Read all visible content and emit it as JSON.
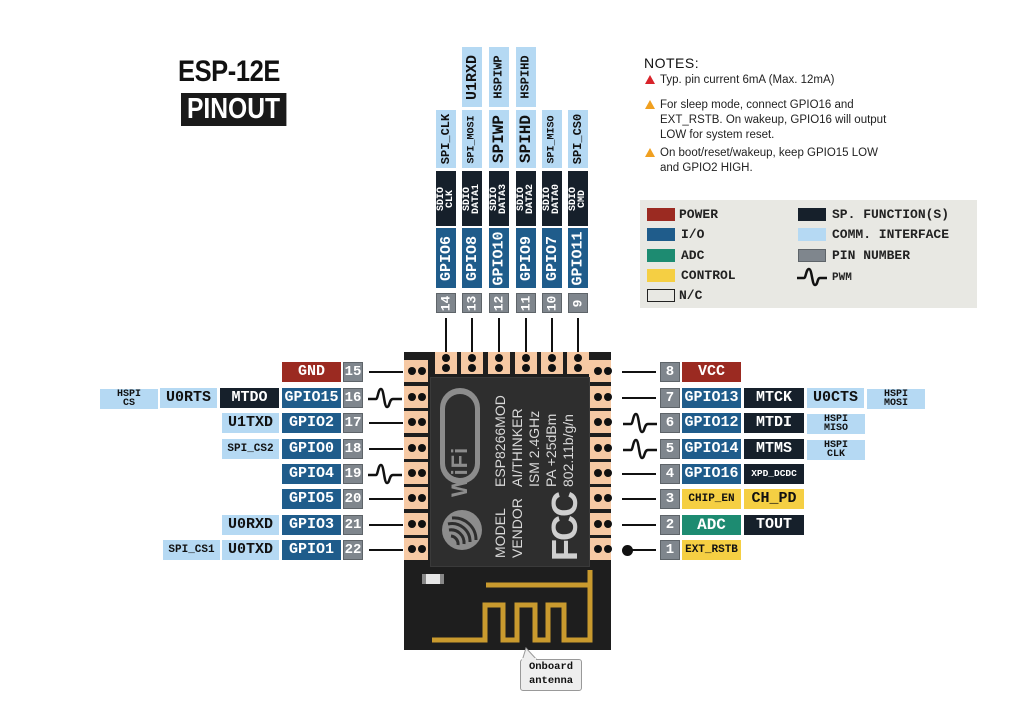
{
  "title": {
    "line1": "ESP-12E",
    "line2": "PINOUT"
  },
  "notes": {
    "heading": "NOTES:",
    "items": [
      {
        "severity": "red",
        "text": "Typ. pin current 6mA (Max. 12mA)"
      },
      {
        "severity": "orange",
        "text_lines": [
          "For sleep mode, connect GPIO16 and",
          "EXT_RSTB. On wakeup, GPIO16 will output",
          "LOW for system reset."
        ]
      },
      {
        "severity": "orange",
        "text_lines": [
          "On boot/reset/wakeup, keep GPIO15 LOW",
          "and GPIO2 HIGH."
        ]
      }
    ]
  },
  "legend": {
    "items": [
      {
        "label": "POWER",
        "color": "#9b2a21"
      },
      {
        "label": "I/O",
        "color": "#1f5c8b"
      },
      {
        "label": "ADC",
        "color": "#1d8b71"
      },
      {
        "label": "CONTROL",
        "color": "#f5cf43"
      },
      {
        "label": "N/C",
        "color": "#e8e8e3"
      },
      {
        "label": "SP. FUNCTION(S)",
        "color": "#16202b"
      },
      {
        "label": "COMM. INTERFACE",
        "color": "#b5d9f3"
      },
      {
        "label": "PIN NUMBER",
        "color": "#7f868d"
      },
      {
        "label": "PWM",
        "icon": "pwm-wave-icon"
      }
    ]
  },
  "top_pins": [
    {
      "pin": "14",
      "gpio": "GPIO6",
      "sdio": [
        "SDIO",
        "CLK"
      ],
      "spi": "SPI_CLK",
      "extra": ""
    },
    {
      "pin": "13",
      "gpio": "GPIO8",
      "sdio": [
        "SDIO",
        "DATA1"
      ],
      "spi": "SPI_MOSI",
      "extra": "U1RXD"
    },
    {
      "pin": "12",
      "gpio": "GPIO10",
      "sdio": [
        "SDIO",
        "DATA3"
      ],
      "spi": "SPIWP",
      "extra": "HSPIWP"
    },
    {
      "pin": "11",
      "gpio": "GPIO9",
      "sdio": [
        "SDIO",
        "DATA2"
      ],
      "spi": "SPIHD",
      "extra": "HSPIHD"
    },
    {
      "pin": "10",
      "gpio": "GPIO7",
      "sdio": [
        "SDIO",
        "DATA0"
      ],
      "spi": "SPI_MISO",
      "extra": ""
    },
    {
      "pin": "9",
      "gpio": "GPIO11",
      "sdio": [
        "SDIO",
        "CMD"
      ],
      "spi": "SPI_CS0",
      "extra": ""
    }
  ],
  "left_pins": [
    {
      "pin": "15",
      "main": "GND",
      "type": "power",
      "pwm": false
    },
    {
      "pin": "16",
      "main": "GPIO15",
      "type": "io",
      "pwm": true,
      "sp": "MTDO",
      "comm": "U0RTS",
      "comm2": [
        "HSPI",
        "CS"
      ]
    },
    {
      "pin": "17",
      "main": "GPIO2",
      "type": "io",
      "pwm": false,
      "comm": "U1TXD"
    },
    {
      "pin": "18",
      "main": "GPIO0",
      "type": "io",
      "pwm": false,
      "comm": "SPI_CS2"
    },
    {
      "pin": "19",
      "main": "GPIO4",
      "type": "io",
      "pwm": true
    },
    {
      "pin": "20",
      "main": "GPIO5",
      "type": "io",
      "pwm": false
    },
    {
      "pin": "21",
      "main": "GPIO3",
      "type": "io",
      "pwm": false,
      "comm": "U0RXD"
    },
    {
      "pin": "22",
      "main": "GPIO1",
      "type": "io",
      "pwm": false,
      "comm": "U0TXD",
      "comm2s": "SPI_CS1"
    }
  ],
  "right_pins": [
    {
      "pin": "8",
      "main": "VCC",
      "type": "power",
      "pwm": false
    },
    {
      "pin": "7",
      "main": "GPIO13",
      "type": "io",
      "pwm": false,
      "sp": "MTCK",
      "comm": "U0CTS",
      "comm2": [
        "HSPI",
        "MOSI"
      ]
    },
    {
      "pin": "6",
      "main": "GPIO12",
      "type": "io",
      "pwm": true,
      "sp": "MTDI",
      "comm2": [
        "HSPI",
        "MISO"
      ]
    },
    {
      "pin": "5",
      "main": "GPIO14",
      "type": "io",
      "pwm": true,
      "sp": "MTMS",
      "comm2": [
        "HSPI",
        "CLK"
      ]
    },
    {
      "pin": "4",
      "main": "GPIO16",
      "type": "io",
      "pwm": false,
      "sp": "XPD_DCDC"
    },
    {
      "pin": "3",
      "main": "CHIP_EN",
      "type": "control",
      "pwm": false,
      "ctl2": "CH_PD"
    },
    {
      "pin": "2",
      "main": "ADC",
      "type": "adc",
      "pwm": false,
      "sp": "TOUT"
    },
    {
      "pin": "1",
      "main": "EXT_RSTB",
      "type": "control",
      "pwm": false,
      "dot": true
    }
  ],
  "module": {
    "wifi_logo": "WiFi",
    "text_lines": [
      "ESP8266MOD",
      "AI/THINKER",
      "ISM 2.4GHz",
      "PA +25dBm",
      "802.11b/g/n"
    ],
    "labels": [
      "MODEL",
      "VENDOR"
    ],
    "fcc_logo": "FCC"
  },
  "callout": {
    "lines": [
      "Onboard",
      "antenna"
    ]
  }
}
